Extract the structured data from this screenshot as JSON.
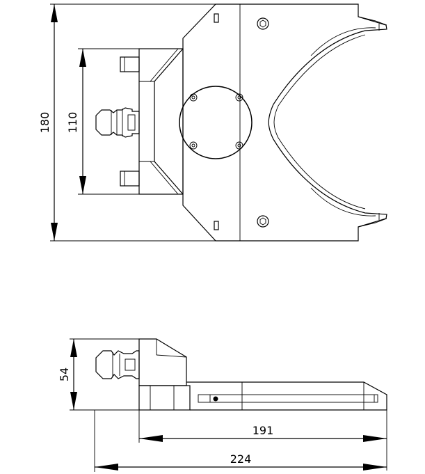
{
  "drawing": {
    "top_view": {
      "overall_height_dim": "180",
      "shank_height_dim": "110"
    },
    "side_view": {
      "height_dim": "54",
      "body_length_dim": "191",
      "overall_length_dim": "224"
    }
  }
}
